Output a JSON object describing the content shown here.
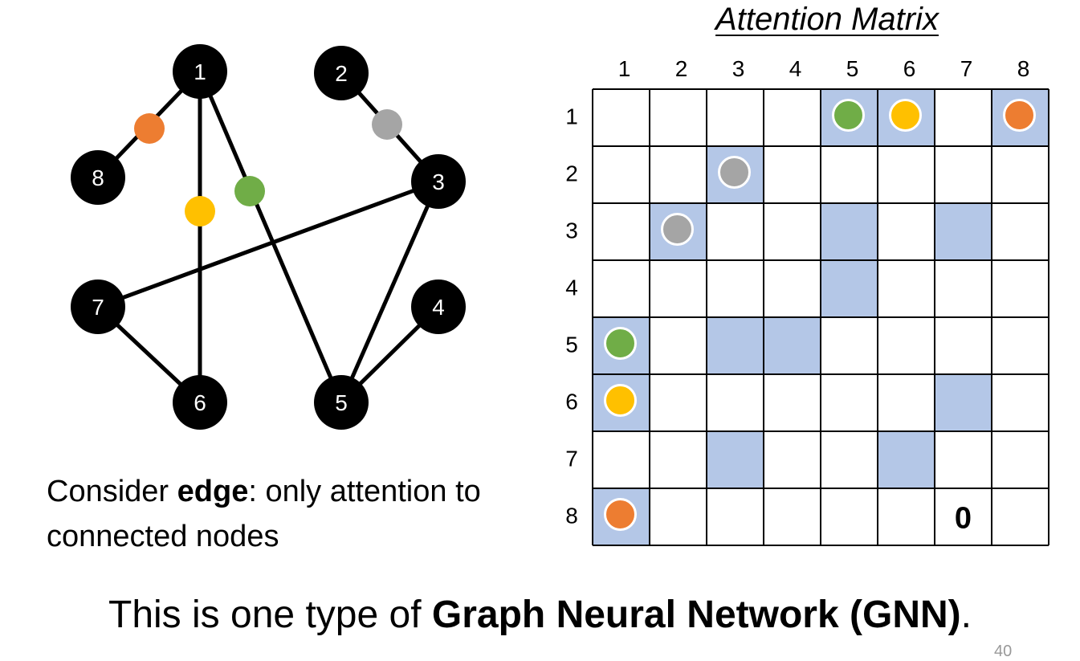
{
  "title": "Attention Matrix",
  "caption": {
    "prefix": "Consider ",
    "bold": "edge",
    "suffix": ": only attention to connected nodes"
  },
  "bottom": {
    "prefix": "This is one type of ",
    "bold": "Graph Neural Network (GNN)",
    "suffix": "."
  },
  "page_number": "40",
  "colors": {
    "node": "#000000",
    "cell_highlight": "#b4c7e7",
    "green": "#70ad47",
    "orange": "#ed7d31",
    "gray": "#a5a5a5",
    "yellow": "#ffc000"
  },
  "graph": {
    "nodes": [
      "1",
      "2",
      "3",
      "4",
      "5",
      "6",
      "7",
      "8"
    ],
    "edges": [
      {
        "from": "1",
        "to": "8",
        "marker": "orange"
      },
      {
        "from": "1",
        "to": "6",
        "marker": "yellow"
      },
      {
        "from": "1",
        "to": "5",
        "marker": "green"
      },
      {
        "from": "2",
        "to": "3",
        "marker": "gray"
      },
      {
        "from": "3",
        "to": "7",
        "marker": ""
      },
      {
        "from": "3",
        "to": "5",
        "marker": ""
      },
      {
        "from": "4",
        "to": "5",
        "marker": ""
      },
      {
        "from": "7",
        "to": "6",
        "marker": ""
      }
    ]
  },
  "matrix": {
    "row_labels": [
      "1",
      "2",
      "3",
      "4",
      "5",
      "6",
      "7",
      "8"
    ],
    "col_labels": [
      "1",
      "2",
      "3",
      "4",
      "5",
      "6",
      "7",
      "8"
    ],
    "highlighted_cells": [
      {
        "row": 1,
        "col": 5,
        "marker": "green"
      },
      {
        "row": 1,
        "col": 6,
        "marker": "yellow"
      },
      {
        "row": 1,
        "col": 8,
        "marker": "orange"
      },
      {
        "row": 2,
        "col": 3,
        "marker": "gray"
      },
      {
        "row": 3,
        "col": 2,
        "marker": "gray"
      },
      {
        "row": 3,
        "col": 5,
        "marker": ""
      },
      {
        "row": 3,
        "col": 7,
        "marker": ""
      },
      {
        "row": 4,
        "col": 5,
        "marker": ""
      },
      {
        "row": 5,
        "col": 1,
        "marker": "green"
      },
      {
        "row": 5,
        "col": 3,
        "marker": ""
      },
      {
        "row": 5,
        "col": 4,
        "marker": ""
      },
      {
        "row": 6,
        "col": 1,
        "marker": "yellow"
      },
      {
        "row": 6,
        "col": 7,
        "marker": ""
      },
      {
        "row": 7,
        "col": 3,
        "marker": ""
      },
      {
        "row": 7,
        "col": 6,
        "marker": ""
      },
      {
        "row": 8,
        "col": 1,
        "marker": "orange"
      }
    ],
    "zero_cell": {
      "row": 8,
      "col": 7,
      "text": "0"
    }
  }
}
